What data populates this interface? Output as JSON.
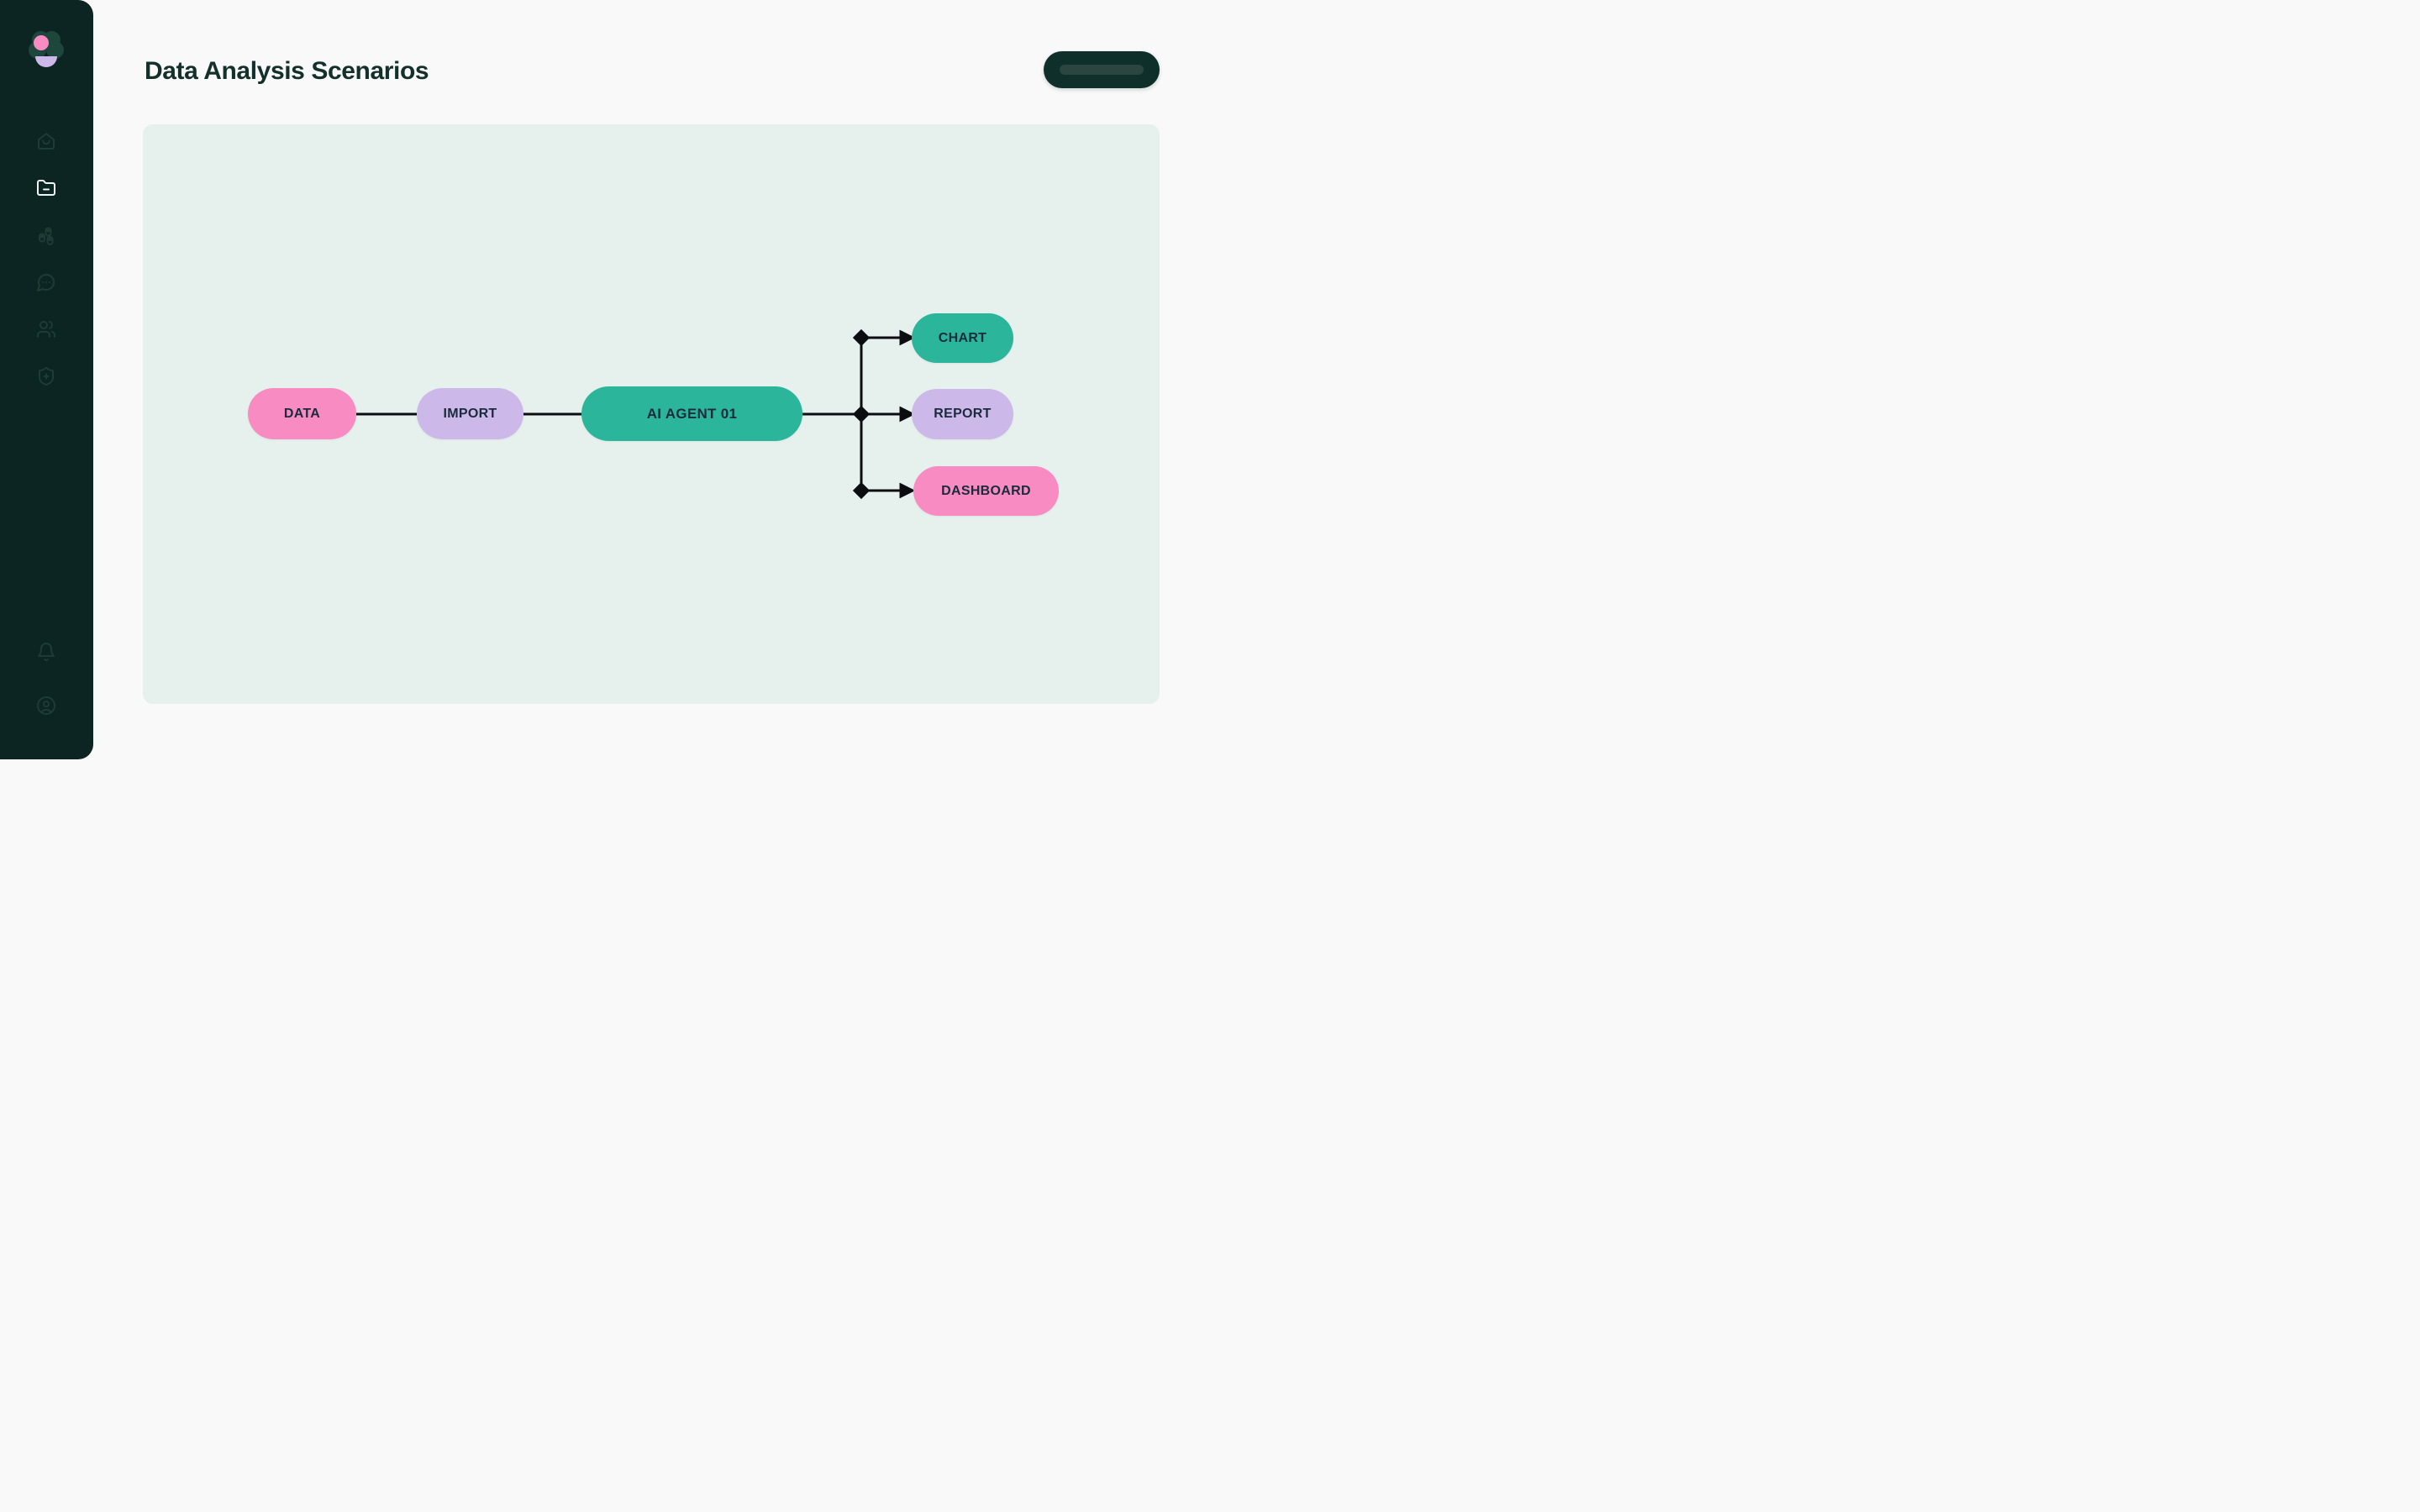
{
  "header": {
    "title": "Data Analysis Scenarios",
    "action_button": {
      "label": "",
      "style": "skeleton-pill"
    }
  },
  "sidebar": {
    "logo": "flower-logo",
    "items": [
      {
        "id": "home",
        "icon": "home-icon",
        "active": false
      },
      {
        "id": "projects",
        "icon": "folder-minus-icon",
        "active": true
      },
      {
        "id": "pipelines",
        "icon": "pipeline-icon",
        "active": false
      },
      {
        "id": "chat",
        "icon": "chat-ellipsis-icon",
        "active": false
      },
      {
        "id": "users",
        "icon": "users-icon",
        "active": false
      },
      {
        "id": "security",
        "icon": "shield-plus-icon",
        "active": false
      }
    ],
    "bottom_items": [
      {
        "id": "notifications",
        "icon": "bell-icon"
      },
      {
        "id": "account",
        "icon": "user-circle-icon"
      }
    ]
  },
  "flowchart": {
    "nodes": [
      {
        "id": "data",
        "label": "DATA",
        "color": "#F98BC3"
      },
      {
        "id": "import",
        "label": "IMPORT",
        "color": "#CDB9E9"
      },
      {
        "id": "ai-agent-01",
        "label": "AI AGENT 01",
        "color": "#2BB69B"
      },
      {
        "id": "chart",
        "label": "CHART",
        "color": "#2BB69B"
      },
      {
        "id": "report",
        "label": "REPORT",
        "color": "#CDB9E9"
      },
      {
        "id": "dashboard",
        "label": "DASHBOARD",
        "color": "#F98BC3"
      }
    ],
    "edges": [
      {
        "from": "data",
        "to": "import",
        "arrow": false
      },
      {
        "from": "import",
        "to": "ai-agent-01",
        "arrow": false
      },
      {
        "from": "ai-agent-01",
        "to": "chart",
        "arrow": true
      },
      {
        "from": "ai-agent-01",
        "to": "report",
        "arrow": true
      },
      {
        "from": "ai-agent-01",
        "to": "dashboard",
        "arrow": true
      }
    ]
  },
  "colors": {
    "sidebar_bg": "#0C2522",
    "page_bg": "#F8F9F8",
    "canvas_bg": "#E6F1ED",
    "title_text": "#14302B",
    "node_text": "#1A2B3C",
    "connector": "#0B0D0E",
    "pink": "#F98BC3",
    "lavender": "#CDB9E9",
    "teal": "#2BB69B",
    "active_icon": "#EFF5F3",
    "inactive_icon": "#1E3B36"
  }
}
